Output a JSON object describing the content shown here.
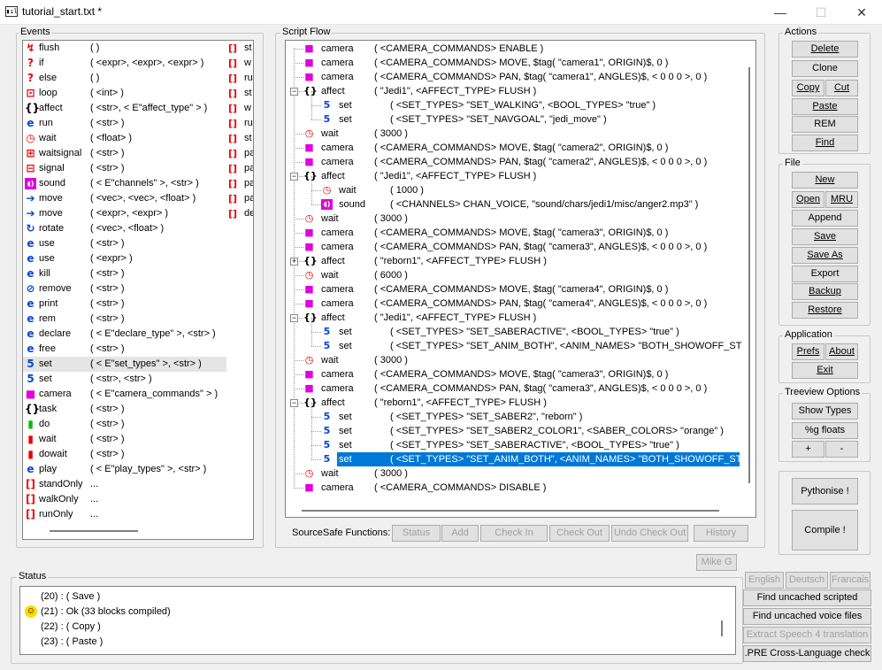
{
  "window": {
    "title": "tutorial_start.txt *",
    "app_icon": "app-icon",
    "min": "—",
    "max": "☐",
    "close": "✕"
  },
  "events": {
    "label": "Events",
    "items": [
      {
        "icon": "flush",
        "name": "flush",
        "args": "(   )"
      },
      {
        "icon": "if",
        "name": "if",
        "args": "( <expr>, <expr>, <expr> )"
      },
      {
        "icon": "else",
        "name": "else",
        "args": "(   )"
      },
      {
        "icon": "loop",
        "name": "loop",
        "args": "( <int> )"
      },
      {
        "icon": "affect",
        "name": "affect",
        "args": "( <str>, < E\"affect_type\" > )"
      },
      {
        "icon": "run",
        "name": "run",
        "args": "( <str> )"
      },
      {
        "icon": "wait",
        "name": "wait",
        "args": "( <float> )"
      },
      {
        "icon": "waitsignal",
        "name": "waitsignal",
        "args": "( <str> )"
      },
      {
        "icon": "signal",
        "name": "signal",
        "args": "( <str> )"
      },
      {
        "icon": "sound",
        "name": "sound",
        "args": "( < E\"channels\" >, <str> )"
      },
      {
        "icon": "move",
        "name": "move",
        "args": "( <vec>, <vec>, <float> )"
      },
      {
        "icon": "move",
        "name": "move",
        "args": "( <expr>, <expr> )"
      },
      {
        "icon": "rotate",
        "name": "rotate",
        "args": "( <vec>, <float> )"
      },
      {
        "icon": "use",
        "name": "use",
        "args": "( <str> )"
      },
      {
        "icon": "use",
        "name": "use",
        "args": "( <expr> )"
      },
      {
        "icon": "kill",
        "name": "kill",
        "args": "( <str> )"
      },
      {
        "icon": "remove",
        "name": "remove",
        "args": "( <str> )"
      },
      {
        "icon": "print",
        "name": "print",
        "args": "( <str> )"
      },
      {
        "icon": "rem",
        "name": "rem",
        "args": "( <str> )"
      },
      {
        "icon": "declare",
        "name": "declare",
        "args": "( < E\"declare_type\" >, <str> )"
      },
      {
        "icon": "free",
        "name": "free",
        "args": "( <str> )"
      },
      {
        "icon": "set",
        "name": "set",
        "args": "( < E\"set_types\" >, <str> )"
      },
      {
        "icon": "set",
        "name": "set",
        "args": "( <str>, <str> )"
      },
      {
        "icon": "camera",
        "name": "camera",
        "args": "( < E\"camera_commands\" > )"
      },
      {
        "icon": "task",
        "name": "task",
        "args": "( <str> )"
      },
      {
        "icon": "do",
        "name": "do",
        "args": "( <str> )"
      },
      {
        "icon": "wait2",
        "name": "wait",
        "args": "( <str> )"
      },
      {
        "icon": "dowait",
        "name": "dowait",
        "args": "( <str> )"
      },
      {
        "icon": "play",
        "name": "play",
        "args": "( < E\"play_types\" >, <str> )"
      },
      {
        "icon": "bracket",
        "name": "standOnly",
        "args": "..."
      },
      {
        "icon": "bracket",
        "name": "walkOnly",
        "args": "..."
      },
      {
        "icon": "bracket",
        "name": "runOnly",
        "args": "..."
      }
    ],
    "right_col": [
      "st",
      "w",
      "ru",
      "st",
      "w",
      "ru",
      "st",
      "pa",
      "pa",
      "pa",
      "pa",
      "de"
    ]
  },
  "script_flow": {
    "label": "Script Flow",
    "rows": [
      {
        "level": 1,
        "icon": "camera",
        "name": "camera",
        "args": "( <CAMERA_COMMANDS> ENABLE )"
      },
      {
        "level": 1,
        "icon": "camera",
        "name": "camera",
        "args": "( <CAMERA_COMMANDS> MOVE, $tag( \"camera1\", ORIGIN)$, 0 )"
      },
      {
        "level": 1,
        "icon": "camera",
        "name": "camera",
        "args": "( <CAMERA_COMMANDS> PAN, $tag( \"camera1\", ANGLES)$, < 0 0 0 >, 0 )"
      },
      {
        "level": 1,
        "icon": "affect",
        "name": "affect",
        "args": "( \"Jedi1\", <AFFECT_TYPE> FLUSH )",
        "exp": "−"
      },
      {
        "level": 2,
        "icon": "set",
        "name": "set",
        "args": "( <SET_TYPES> \"SET_WALKING\", <BOOL_TYPES> \"true\" )"
      },
      {
        "level": 2,
        "icon": "set",
        "name": "set",
        "args": "( <SET_TYPES> \"SET_NAVGOAL\", \"jedi_move\" )"
      },
      {
        "level": 1,
        "icon": "wait",
        "name": "wait",
        "args": "( 3000 )"
      },
      {
        "level": 1,
        "icon": "camera",
        "name": "camera",
        "args": "( <CAMERA_COMMANDS> MOVE, $tag( \"camera2\", ORIGIN)$, 0 )"
      },
      {
        "level": 1,
        "icon": "camera",
        "name": "camera",
        "args": "( <CAMERA_COMMANDS> PAN, $tag( \"camera2\", ANGLES)$, < 0 0 0 >, 0 )"
      },
      {
        "level": 1,
        "icon": "affect",
        "name": "affect",
        "args": "( \"Jedi1\", <AFFECT_TYPE> FLUSH )",
        "exp": "−"
      },
      {
        "level": 2,
        "icon": "wait",
        "name": "wait",
        "args": "( 1000 )"
      },
      {
        "level": 2,
        "icon": "sound",
        "name": "sound",
        "args": "( <CHANNELS> CHAN_VOICE, \"sound/chars/jedi1/misc/anger2.mp3\" )"
      },
      {
        "level": 1,
        "icon": "wait",
        "name": "wait",
        "args": "( 3000 )"
      },
      {
        "level": 1,
        "icon": "camera",
        "name": "camera",
        "args": "( <CAMERA_COMMANDS> MOVE, $tag( \"camera3\", ORIGIN)$, 0 )"
      },
      {
        "level": 1,
        "icon": "camera",
        "name": "camera",
        "args": "( <CAMERA_COMMANDS> PAN, $tag( \"camera3\", ANGLES)$, < 0 0 0 >, 0 )"
      },
      {
        "level": 1,
        "icon": "affect",
        "name": "affect",
        "args": "( \"reborn1\", <AFFECT_TYPE> FLUSH )",
        "exp": "+"
      },
      {
        "level": 1,
        "icon": "wait",
        "name": "wait",
        "args": "( 6000 )"
      },
      {
        "level": 1,
        "icon": "camera",
        "name": "camera",
        "args": "( <CAMERA_COMMANDS> MOVE, $tag( \"camera4\", ORIGIN)$, 0 )"
      },
      {
        "level": 1,
        "icon": "camera",
        "name": "camera",
        "args": "( <CAMERA_COMMANDS> PAN, $tag( \"camera4\", ANGLES)$, < 0 0 0 >, 0 )"
      },
      {
        "level": 1,
        "icon": "affect",
        "name": "affect",
        "args": "( \"Jedi1\", <AFFECT_TYPE> FLUSH )",
        "exp": "−"
      },
      {
        "level": 2,
        "icon": "set",
        "name": "set",
        "args": "( <SET_TYPES> \"SET_SABERACTIVE\", <BOOL_TYPES> \"true\" )"
      },
      {
        "level": 2,
        "icon": "set",
        "name": "set",
        "args": "( <SET_TYPES> \"SET_ANIM_BOTH\", <ANIM_NAMES> \"BOTH_SHOWOFF_STF"
      },
      {
        "level": 1,
        "icon": "wait",
        "name": "wait",
        "args": "( 3000 )"
      },
      {
        "level": 1,
        "icon": "camera",
        "name": "camera",
        "args": "( <CAMERA_COMMANDS> MOVE, $tag( \"camera3\", ORIGIN)$, 0 )"
      },
      {
        "level": 1,
        "icon": "camera",
        "name": "camera",
        "args": "( <CAMERA_COMMANDS> PAN, $tag( \"camera3\", ANGLES)$, < 0 0 0 >, 0 )"
      },
      {
        "level": 1,
        "icon": "affect",
        "name": "affect",
        "args": "( \"reborn1\", <AFFECT_TYPE> FLUSH )",
        "exp": "−"
      },
      {
        "level": 2,
        "icon": "set",
        "name": "set",
        "args": "( <SET_TYPES> \"SET_SABER2\", \"reborn\" )"
      },
      {
        "level": 2,
        "icon": "set",
        "name": "set",
        "args": "( <SET_TYPES> \"SET_SABER2_COLOR1\", <SABER_COLORS> \"orange\" )"
      },
      {
        "level": 2,
        "icon": "set",
        "name": "set",
        "args": "( <SET_TYPES> \"SET_SABERACTIVE\", <BOOL_TYPES> \"true\" )"
      },
      {
        "level": 2,
        "icon": "set",
        "name": "set",
        "args": "( <SET_TYPES> \"SET_ANIM_BOTH\", <ANIM_NAMES> \"BOTH_SHOWOFF_STF",
        "selected": true
      },
      {
        "level": 1,
        "icon": "wait",
        "name": "wait",
        "args": "( 3000 )"
      },
      {
        "level": 1,
        "icon": "camera",
        "name": "camera",
        "args": "( <CAMERA_COMMANDS> DISABLE )"
      }
    ]
  },
  "sourcesafe": {
    "label": "SourceSafe Functions:",
    "buttons": [
      "Status",
      "Add",
      "Check In",
      "Check Out",
      "Undo Check Out",
      "History"
    ]
  },
  "actions": {
    "label": "Actions",
    "delete": "Delete",
    "clone": "Clone",
    "copy": "Copy",
    "cut": "Cut",
    "paste": "Paste",
    "rem": "REM",
    "find": "Find"
  },
  "file": {
    "label": "File",
    "new": "New",
    "open": "Open",
    "mru": "MRU",
    "append": "Append",
    "save": "Save",
    "save_as": "Save As",
    "export": "Export",
    "backup": "Backup",
    "restore": "Restore"
  },
  "application": {
    "label": "Application",
    "prefs": "Prefs",
    "about": "About",
    "exit": "Exit"
  },
  "treeview": {
    "label": "Treeview Options",
    "show_types": "Show Types",
    "g_floats": "%g floats",
    "plus": "+",
    "minus": "-"
  },
  "pythonise": "Pythonise !",
  "compile": "Compile !",
  "user_button": "Mike G",
  "languages": [
    "English",
    "Deutsch",
    "Francais"
  ],
  "tools": [
    "Find uncached scripted audio",
    "Find uncached voice files",
    "Extract Speech 4 translation",
    ".PRE Cross-Language check"
  ],
  "status": {
    "label": "Status",
    "lines": [
      "(20) : ( Save )",
      "(21) : Ok   (33 blocks compiled)",
      "(22) : ( Copy )",
      "(23) : ( Paste )"
    ]
  }
}
